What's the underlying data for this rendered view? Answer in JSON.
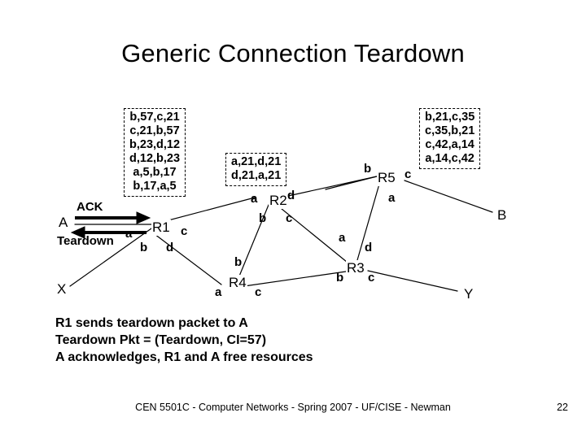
{
  "slide": {
    "title": "Generic Connection Teardown",
    "page_number": "22",
    "footer": "CEN 5501C - Computer Networks - Spring 2007 - UF/CISE - Newman"
  },
  "routing_tables": [
    {
      "id": "r1",
      "owner": "R1",
      "rows": [
        "b,57,c,21",
        "c,21,b,57",
        "b,23,d,12",
        "d,12,b,23",
        "a,5,b,17",
        "b,17,a,5"
      ]
    },
    {
      "id": "r2",
      "owner": "R2",
      "rows": [
        "a,21,d,21",
        "d,21,a,21"
      ]
    },
    {
      "id": "r5",
      "owner": "R5",
      "rows": [
        "b,21,c,35",
        "c,35,b,21",
        "c,42,a,14",
        "a,14,c,42"
      ]
    }
  ],
  "nodes": [
    {
      "id": "r1",
      "label": "R1"
    },
    {
      "id": "r2",
      "label": "R2"
    },
    {
      "id": "r3",
      "label": "R3"
    },
    {
      "id": "r4",
      "label": "R4"
    },
    {
      "id": "r5",
      "label": "R5"
    }
  ],
  "endpoints": [
    {
      "id": "a",
      "label": "A"
    },
    {
      "id": "b",
      "label": "B"
    },
    {
      "id": "x",
      "label": "X"
    },
    {
      "id": "y",
      "label": "Y"
    }
  ],
  "ports": {
    "r1": {
      "a": "a",
      "b": "b",
      "c": "c",
      "d": "d"
    },
    "r2": {
      "a": "a",
      "b": "b",
      "c": "c",
      "d": "d"
    },
    "r3": {
      "a": "a",
      "b": "b",
      "c": "c",
      "d": "d"
    },
    "r4": {
      "a": "a",
      "b": "b",
      "c": "c"
    },
    "r5": {
      "a": "a",
      "b": "b",
      "c": "c"
    }
  },
  "messages": {
    "ack": "ACK",
    "teardown": "Teardown"
  },
  "notes": [
    "R1 sends teardown packet to A",
    "Teardown Pkt = (Teardown, CI=57)",
    "A acknowledges, R1 and A free resources"
  ],
  "colors": {
    "ink": "#000000",
    "background": "#ffffff"
  }
}
